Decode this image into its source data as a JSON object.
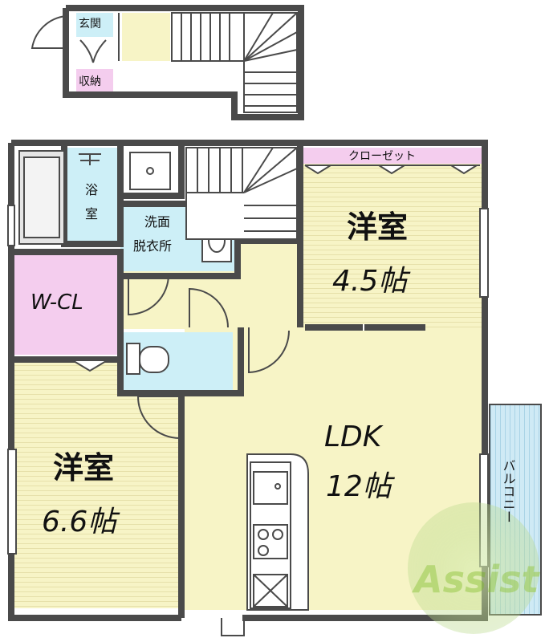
{
  "rooms": {
    "entrance": "玄関",
    "storage": "収納",
    "bath": "浴室",
    "washroom": "洗面脱衣所",
    "walk_in_closet": "W-CL",
    "closet": "クローゼット",
    "western_small": {
      "name": "洋室",
      "size": "4.5帖"
    },
    "western_large": {
      "name": "洋室",
      "size": "6.6帖"
    },
    "ldk": {
      "name": "LDK",
      "size": "12帖"
    },
    "balcony": "バルコニー"
  },
  "watermark": "Assist",
  "colors": {
    "wall": "#4a4a4a",
    "room_cream": "#f7f4c6",
    "room_tatami_line": "#e2dca8",
    "wet_area": "#cdeff7",
    "closet_pink": "#f4cdee",
    "balcony_blue": "#cfeaf5",
    "floor_gray": "#e5e5e5"
  }
}
